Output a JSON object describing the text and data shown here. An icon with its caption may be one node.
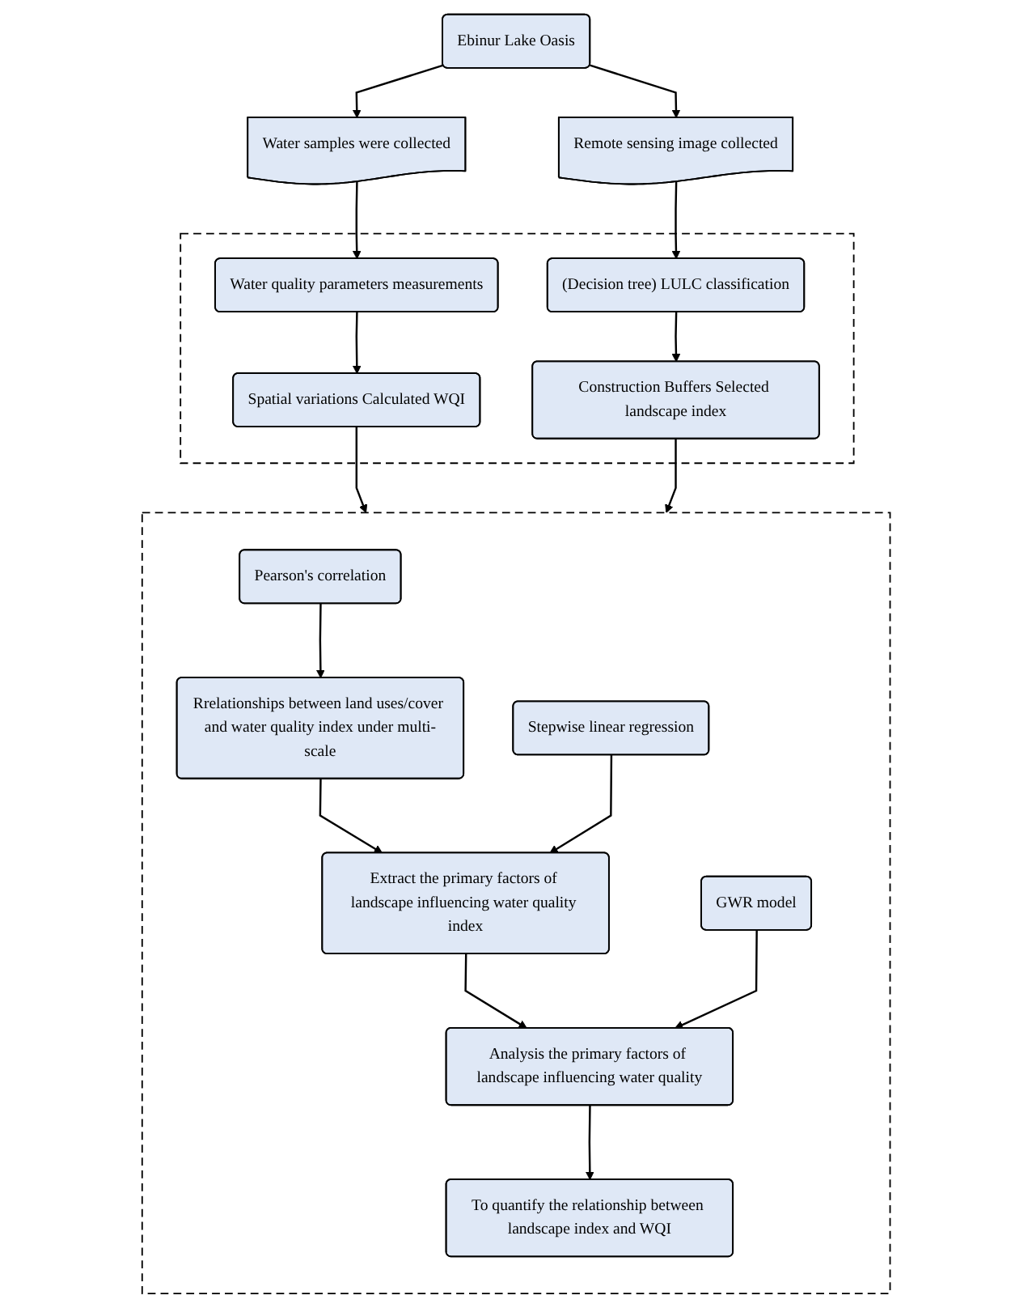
{
  "diagram": {
    "nodes": [
      {
        "text": [
          "Ebinur Lake Oasis"
        ]
      },
      {
        "text": [
          "Water samples were collected"
        ]
      },
      {
        "text": [
          "Remote sensing image collected"
        ]
      },
      {
        "text": [],
        "shape": "box"
      },
      {
        "text": [
          "Water quality parameters measurements"
        ],
        "in": 3
      },
      {
        "text": [
          "(Decision tree) LULC classification"
        ],
        "in": 3
      },
      {
        "text": [
          "Spatial variations Calculated WQI"
        ],
        "in": 3
      },
      {
        "text": [
          "Construction Buffers Selected landscape index"
        ],
        "in": 3
      },
      {
        "text": [],
        "shape": "box"
      },
      {
        "text": [
          "Pearson's correlation"
        ],
        "in": 8
      },
      {
        "text": [
          "Rrelationships between land uses/cover and water quality index under multi-scale"
        ],
        "in": 8
      },
      {
        "text": [
          "Stepwise linear regression"
        ],
        "in": 8
      },
      {
        "text": [
          "Extract the primary factors of landscape influencing water quality index"
        ],
        "in": 8
      },
      {
        "text": [
          "GWR model"
        ],
        "in": 8
      },
      {
        "text": [
          "Analysis the primary factors of landscape influencing water quality"
        ],
        "in": 8
      },
      {
        "text": [
          "To quantify the relationship between landscape index and WQI"
        ],
        "in": 8
      }
    ],
    "edges": [
      {
        "from": 0,
        "to": 1,
        "arrow": "to"
      },
      {
        "from": 0,
        "to": 2,
        "arrow": "to"
      },
      {
        "from": 1,
        "to": 4,
        "arrow": "to"
      },
      {
        "from": 2,
        "to": 5,
        "arrow": "to"
      },
      {
        "from": 4,
        "to": 6,
        "arrow": "to"
      },
      {
        "from": 5,
        "to": 7,
        "arrow": "to"
      },
      {
        "from": 6,
        "to": 8,
        "arrow": "to"
      },
      {
        "from": 7,
        "to": 8,
        "arrow": "to"
      },
      {
        "from": 9,
        "to": 10,
        "arrow": "to"
      },
      {
        "from": 10,
        "to": 12,
        "arrow": "to"
      },
      {
        "from": 11,
        "to": 12,
        "arrow": "to"
      },
      {
        "from": 12,
        "to": 14,
        "arrow": "to"
      },
      {
        "from": 13,
        "to": 14,
        "arrow": "to"
      },
      {
        "from": 14,
        "to": 15,
        "arrow": "to"
      }
    ]
  }
}
